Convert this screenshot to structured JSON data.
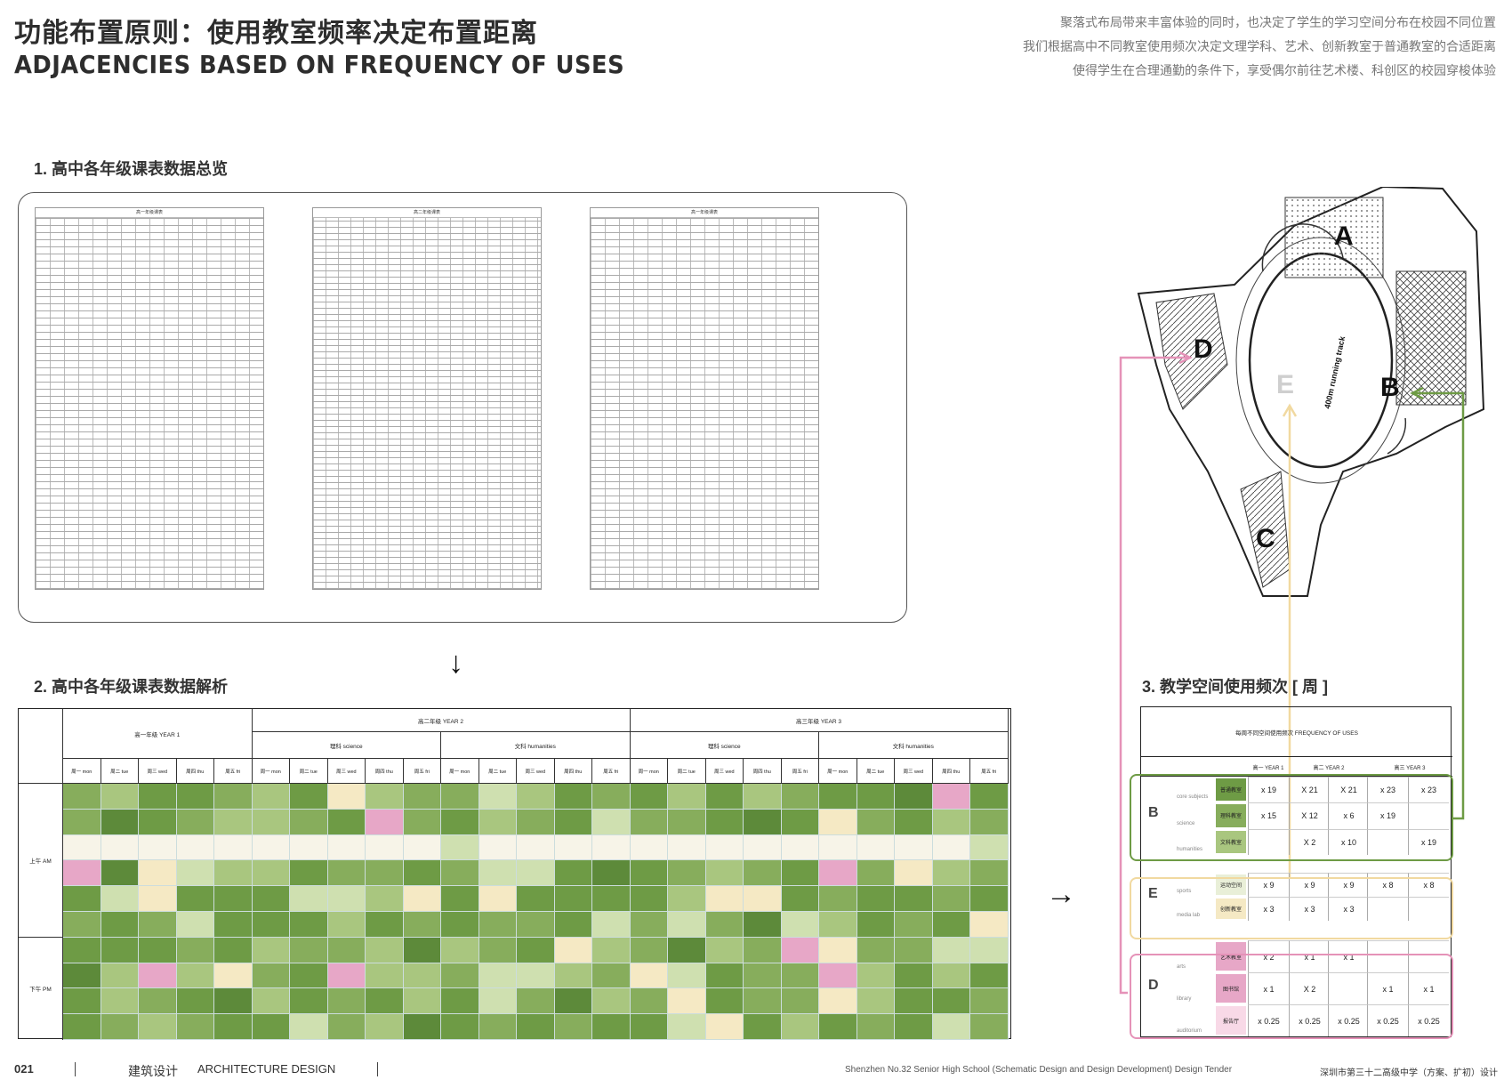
{
  "header": {
    "title_cn": "功能布置原则：使用教室频率决定布置距离",
    "title_en": "ADJACENCIES BASED ON FREQUENCY OF USES",
    "intro": [
      "聚落式布局带来丰富体验的同时，也决定了学生的学习空间分布在校园不同位置",
      "我们根据高中不同教室使用频次决定文理学科、艺术、创新教室于普通教室的合适距离",
      "使得学生在合理通勤的条件下，享受偶尔前往艺术楼、科创区的校园穿梭体验"
    ]
  },
  "section1": {
    "title": "1. 高中各年级课表数据总览",
    "sheet_captions": [
      "高一年级课表",
      "高二年级课表",
      "高一年级课表"
    ]
  },
  "section2": {
    "title": "2. 高中各年级课表数据解析",
    "years": [
      "高一年级 YEAR 1",
      "高二年级 YEAR 2",
      "高三年级 YEAR 3"
    ],
    "tracks": [
      "理科 science",
      "文科 humanities",
      "理科 science",
      "文科 humanities"
    ],
    "days": [
      "周一 mon",
      "周二 tue",
      "周三 wed",
      "周四 thu",
      "周五 fri"
    ],
    "am_label": "上午 AM",
    "pm_label": "下午 PM"
  },
  "section3": {
    "title": "3. 教学空间使用频次 [ 周 ]",
    "table_title": "每周不同空间使用频次  FREQUENCY OF USES",
    "col_headers": [
      "高一 YEAR 1",
      "高二 YEAR 2",
      "高三 YEAR 3"
    ],
    "groups": [
      {
        "code": "B",
        "subs": [
          "core subjects",
          "science",
          "humanities"
        ],
        "rooms": [
          "普通教室",
          "理科教室",
          "文科教室"
        ],
        "rows": [
          [
            "x 19",
            "X 21",
            "X 21",
            "x 23",
            "x 23"
          ],
          [
            "x 15",
            "X 12",
            "x 6",
            "x 19",
            ""
          ],
          [
            "",
            "X 2",
            "x 10",
            "",
            "x 19"
          ]
        ]
      },
      {
        "code": "E",
        "subs": [
          "sports",
          "media lab"
        ],
        "rooms": [
          "运动空间",
          "创新教室"
        ],
        "rows": [
          [
            "x 9",
            "x 9",
            "x 9",
            "x 8",
            "x 8"
          ],
          [
            "x 3",
            "x 3",
            "x 3",
            "",
            ""
          ]
        ]
      },
      {
        "code": "D",
        "subs": [
          "arts",
          "library",
          "auditorium"
        ],
        "rooms": [
          "艺术教室",
          "图书馆",
          "报告厅"
        ],
        "rows": [
          [
            "x 2",
            "x 1",
            "x 1",
            "",
            ""
          ],
          [
            "x 1",
            "X 2",
            "",
            "x 1",
            "x 1"
          ],
          [
            "x 0.25",
            "x 0.25",
            "x 0.25",
            "x 0.25",
            "x 0.25"
          ]
        ]
      }
    ]
  },
  "map": {
    "labels": [
      "A",
      "B",
      "C",
      "D",
      "E"
    ],
    "track_label": "400m running track"
  },
  "colors": {
    "pink": "#e592b8",
    "yellow": "#f1d9a0",
    "green": "#6e9b45"
  },
  "footer": {
    "page_no": "021",
    "section_cn": "建筑设计",
    "section_en": "ARCHITECTURE DESIGN",
    "project_en": "Shenzhen No.32 Senior High School (Schematic Design and Design Development) Design Tender",
    "project_cn": "深圳市第三十二高级中学（方案、扩初）设计"
  }
}
